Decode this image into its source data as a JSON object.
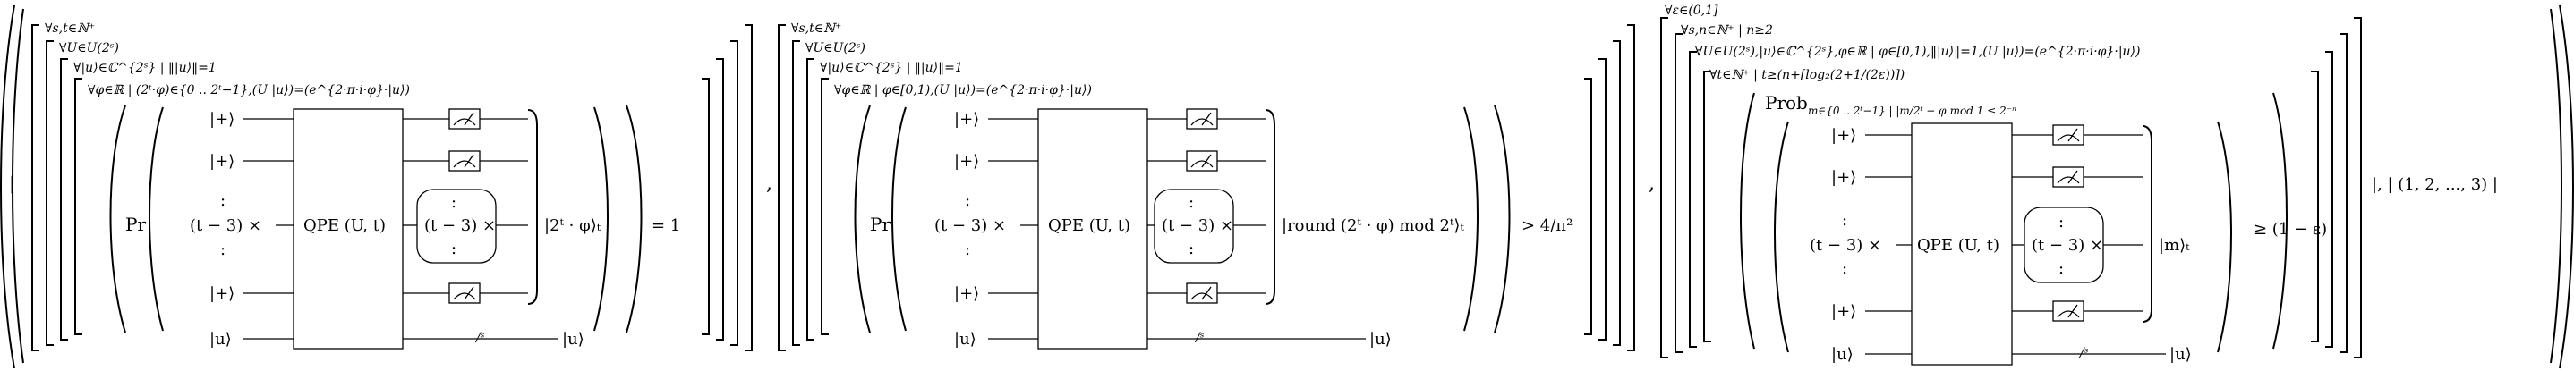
{
  "outer": {
    "left_bar": "|",
    "tail": "|, | (1, 2, ..., 3) |"
  },
  "separators": [
    ",",
    ","
  ],
  "panel1": {
    "q1": "∀s,t∈ℕ⁺",
    "q2": "∀U∈U(2ˢ)",
    "q3": "∀|u⟩∈ℂ^{2ˢ}  |  ‖|u⟩‖=1",
    "q4": "∀φ∈ℝ  |  (2ᵗ·φ)∈{0 .. 2ᵗ−1},(U |u⟩)=(e^{2·π·i·φ}·|u⟩)",
    "pr": "Pr",
    "kets": [
      "|+⟩",
      "|+⟩",
      ":",
      "(t − 3) ×",
      ":",
      "|+⟩",
      "|u⟩"
    ],
    "box": "QPE (U, t)",
    "rbox": [
      ":",
      "(t − 3) ×",
      ":"
    ],
    "wire_s": "/ˢ",
    "out_u": "|u⟩",
    "result": "|2ᵗ · φ⟩ₜ",
    "rel": "= 1"
  },
  "panel2": {
    "q1": "∀s,t∈ℕ⁺",
    "q2": "∀U∈U(2ˢ)",
    "q3": "∀|u⟩∈ℂ^{2ˢ}  |  ‖|u⟩‖=1",
    "q4": "∀φ∈ℝ  |  φ∈[0,1),(U |u⟩)=(e^{2·π·i·φ}·|u⟩)",
    "pr": "Pr",
    "kets": [
      "|+⟩",
      "|+⟩",
      ":",
      "(t − 3) ×",
      ":",
      "|+⟩",
      "|u⟩"
    ],
    "box": "QPE (U, t)",
    "rbox": [
      ":",
      "(t − 3) ×",
      ":"
    ],
    "wire_s": "/ˢ",
    "out_u": "|u⟩",
    "result": "|round (2ᵗ · φ)  mod  2ᵗ⟩ₜ",
    "rel": "> 4/π²"
  },
  "panel3": {
    "q0": "∀ε∈(0,1]",
    "q1": "∀s,n∈ℕ⁺  |  n≥2",
    "q2": "∀U∈U(2ˢ),|u⟩∈ℂ^{2ˢ},φ∈ℝ  |  φ∈[0,1),‖|u⟩‖=1,(U |u⟩)=(e^{2·π·i·φ}·|u⟩)",
    "q3": "∀t∈ℕ⁺  |  t≥(n+⌈log₂(2+1/(2ε))⌉)",
    "prob": "Prob",
    "prob_sub": "m∈{0 .. 2ᵗ−1}  |  |m/2ᵗ − φ|mod 1 ≤ 2⁻ⁿ",
    "kets": [
      "|+⟩",
      "|+⟩",
      ":",
      "(t − 3) ×",
      ":",
      "|+⟩",
      "|u⟩"
    ],
    "box": "QPE (U, t)",
    "rbox": [
      ":",
      "(t − 3) ×",
      ":"
    ],
    "wire_s": "/ˢ",
    "out_u": "|u⟩",
    "result": "|m⟩ₜ",
    "rel": "≥ (1 − ε)"
  }
}
